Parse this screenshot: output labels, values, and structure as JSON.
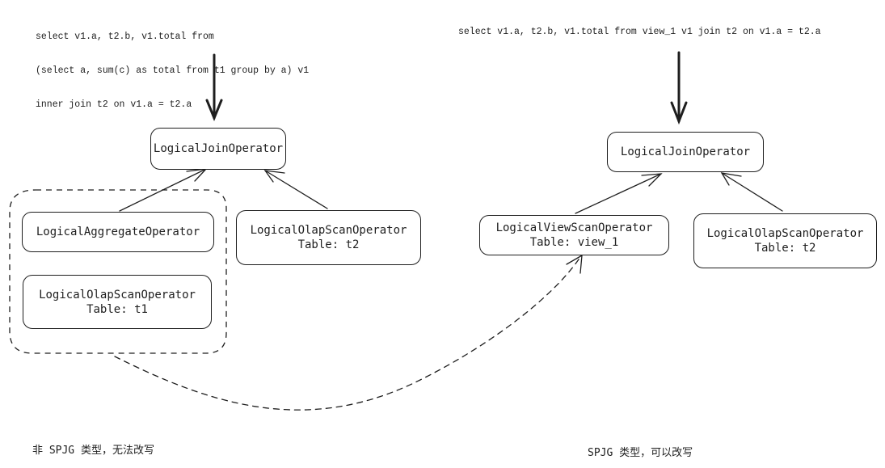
{
  "left": {
    "sql_lines": [
      "select v1.a, t2.b, v1.total from",
      "(select a, sum(c) as total from t1 group by a) v1",
      "inner join t2 on v1.a = t2.a"
    ],
    "join": "LogicalJoinOperator",
    "aggregate": "LogicalAggregateOperator",
    "olap_t1": {
      "name": "LogicalOlapScanOperator",
      "table": "Table: t1"
    },
    "olap_t2": {
      "name": "LogicalOlapScanOperator",
      "table": "Table: t2"
    },
    "caption": "非 SPJG 类型，无法改写"
  },
  "right": {
    "sql": "select v1.a, t2.b, v1.total from view_1 v1 join t2 on v1.a = t2.a",
    "join": "LogicalJoinOperator",
    "viewscan": {
      "name": "LogicalViewScanOperator",
      "table": "Table: view_1"
    },
    "olap_t2": {
      "name": "LogicalOlapScanOperator",
      "table": "Table: t2"
    },
    "caption": "SPJG 类型，可以改写"
  },
  "colors": {
    "stroke": "#1e1e1e",
    "background": "#ffffff"
  }
}
